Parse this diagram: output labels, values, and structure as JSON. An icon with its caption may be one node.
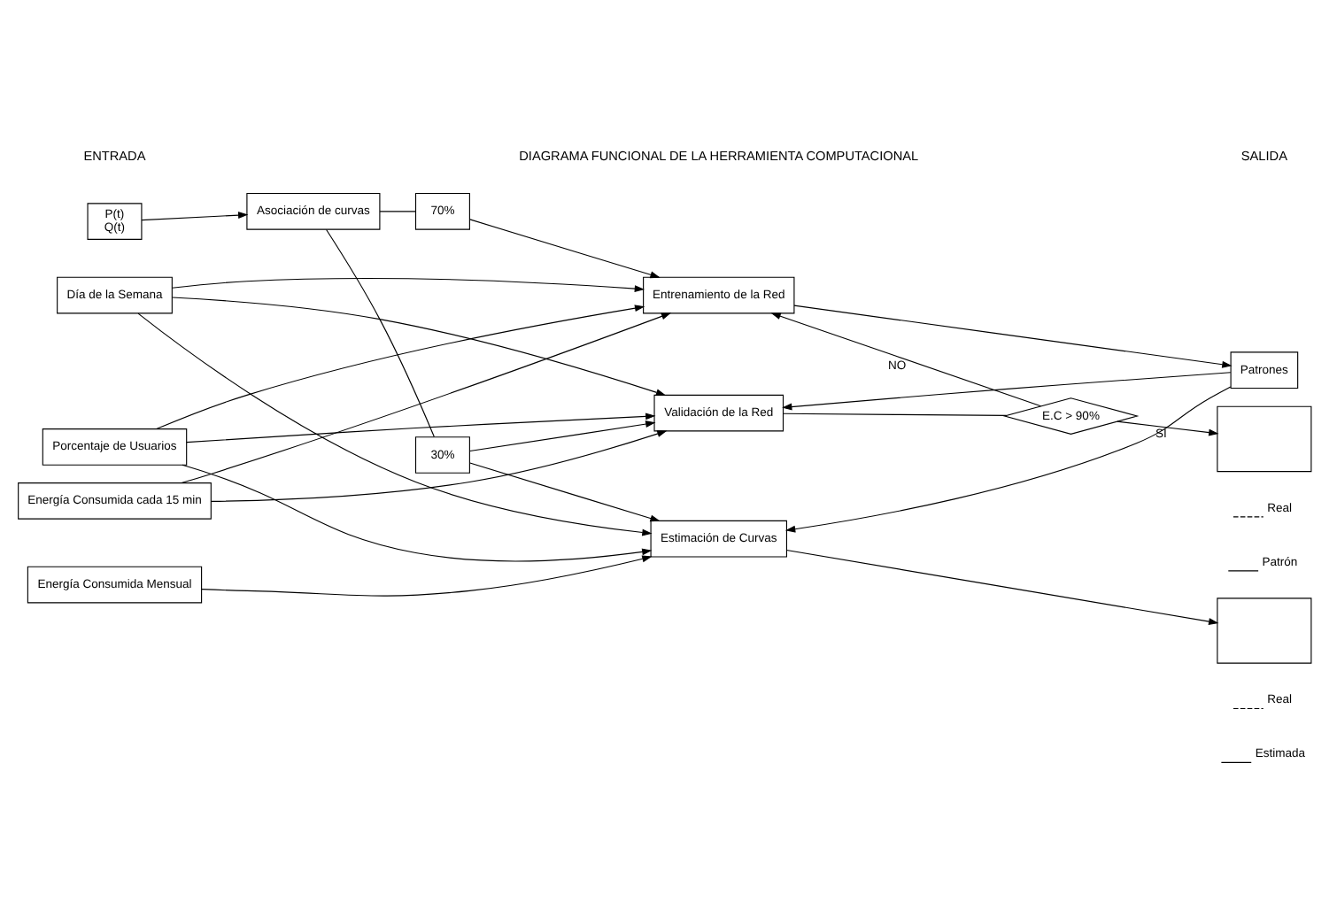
{
  "diagram": {
    "nodes": [
      {
        "text": [
          "P(t)",
          "Q(t)"
        ]
      },
      {
        "text": [
          "Día de la Semana"
        ]
      },
      {
        "text": [
          "Porcentaje de Usuarios"
        ]
      },
      {
        "text": [
          "Energía Consumida cada 15 min"
        ]
      },
      {
        "text": [
          "Energía Consumida Mensual"
        ]
      },
      {
        "text": [
          "Asociación de curvas"
        ]
      },
      {
        "text": [
          "70%"
        ]
      },
      {
        "text": [
          "30%"
        ]
      },
      {
        "text": [
          "Entrenamiento de la Red"
        ]
      },
      {
        "text": [
          "Validación de la Red"
        ]
      },
      {
        "text": [
          "Estimación de Curvas"
        ]
      },
      {
        "text": [
          "E.C > 90%"
        ]
      },
      {
        "text": [
          "Patrones"
        ]
      },
      {
        "text": [],
        "shape": "box"
      },
      {
        "text": [],
        "shape": "box"
      }
    ],
    "edges": [
      {
        "from": 0,
        "to": 5,
        "arrow": "to"
      },
      {
        "from": 5,
        "to": 6,
        "arrow": "none"
      },
      {
        "from": 6,
        "to": 8,
        "arrow": "to"
      },
      {
        "from": 5,
        "to": 7,
        "arrow": "none"
      },
      {
        "from": 7,
        "to": 9,
        "arrow": "to"
      },
      {
        "from": 7,
        "to": 10,
        "arrow": "to"
      },
      {
        "from": 1,
        "to": 8,
        "arrow": "to"
      },
      {
        "from": 1,
        "to": 9,
        "arrow": "to"
      },
      {
        "from": 1,
        "to": 10,
        "arrow": "to"
      },
      {
        "from": 2,
        "to": 8,
        "arrow": "to"
      },
      {
        "from": 2,
        "to": 9,
        "arrow": "to"
      },
      {
        "from": 2,
        "to": 10,
        "arrow": "to"
      },
      {
        "from": 3,
        "to": 8,
        "arrow": "to"
      },
      {
        "from": 3,
        "to": 9,
        "arrow": "to"
      },
      {
        "from": 4,
        "to": 10,
        "arrow": "to"
      },
      {
        "from": 8,
        "to": 12,
        "arrow": "to"
      },
      {
        "from": 12,
        "to": 9,
        "arrow": "to"
      },
      {
        "from": 12,
        "to": 10,
        "arrow": "to"
      },
      {
        "from": 9,
        "to": 11,
        "arrow": "none"
      },
      {
        "from": 11,
        "to": 8,
        "label": "NO",
        "arrow": "to"
      },
      {
        "from": 11,
        "to": 13,
        "label": "SI",
        "arrow": "to"
      },
      {
        "from": 10,
        "to": 14,
        "arrow": "to"
      }
    ],
    "labels": [
      "ENTRADA",
      "DIAGRAMA FUNCIONAL DE LA HERRAMIENTA COMPUTACIONAL",
      "SALIDA"
    ],
    "legend": [
      {
        "text": "Real"
      },
      {
        "text": "Patrón"
      },
      {
        "text": "Real"
      },
      {
        "text": "Estimada"
      }
    ]
  }
}
